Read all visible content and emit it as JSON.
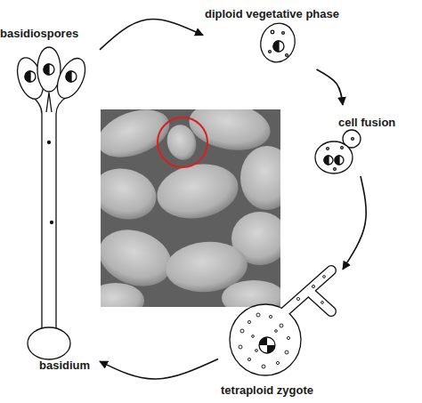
{
  "diagram": {
    "nodes": [
      {
        "text": [
          "basidiospores",
          "basidium"
        ]
      },
      {
        "text": [
          "diploid vegetative phase"
        ]
      },
      {
        "text": [
          "cell fusion"
        ]
      },
      {
        "text": [
          "tetraploid zygote"
        ]
      }
    ],
    "edges": [
      {
        "from": 0,
        "to": 1,
        "arrow": "to"
      },
      {
        "from": 1,
        "to": 2,
        "arrow": "to"
      },
      {
        "from": 2,
        "to": 3,
        "arrow": "to"
      },
      {
        "from": 3,
        "to": 0,
        "arrow": "to"
      }
    ]
  }
}
